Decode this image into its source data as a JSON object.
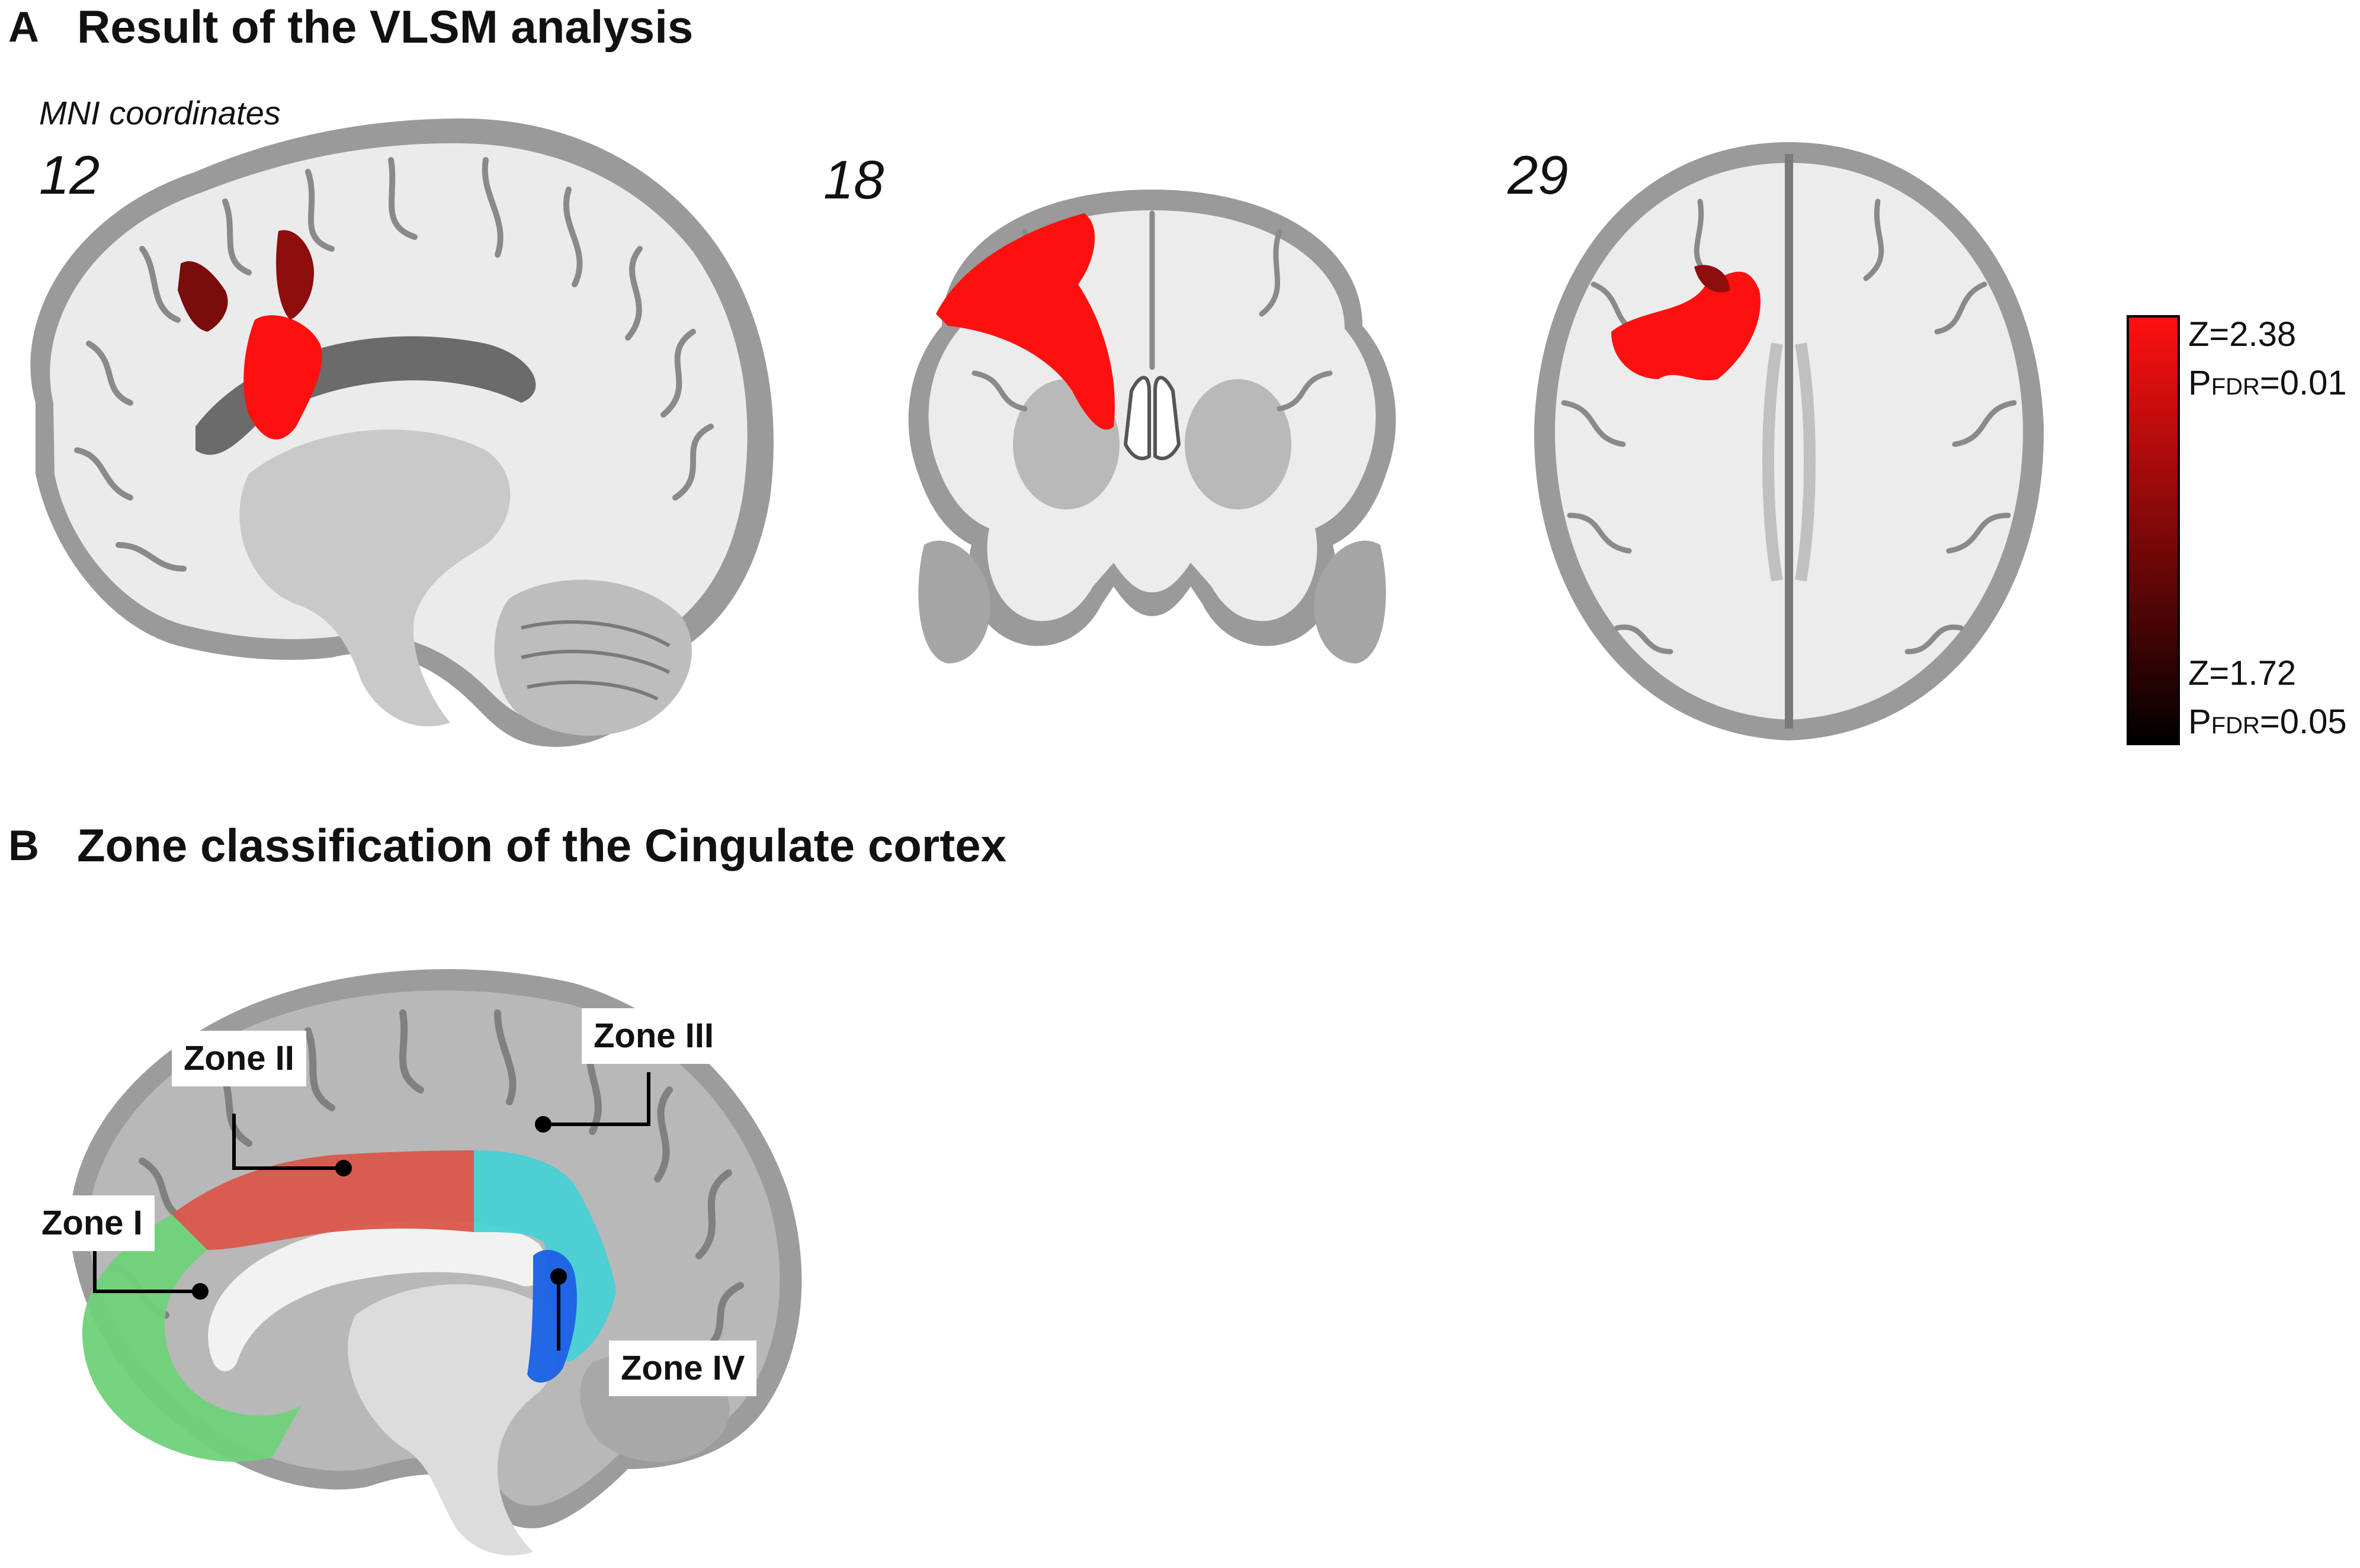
{
  "panel_a": {
    "letter": "A",
    "title": "Result of the VLSM analysis",
    "coord_caption": "MNI coordinates",
    "slices": [
      {
        "view": "sagittal",
        "coordinate": "12"
      },
      {
        "view": "coronal",
        "coordinate": "18"
      },
      {
        "view": "axial",
        "coordinate": "29"
      }
    ],
    "colorbar": {
      "top": {
        "z": "Z=2.38",
        "p_prefix": "P",
        "p_sub": "FDR",
        "p_value": "=0.01"
      },
      "bottom": {
        "z": "Z=1.72",
        "p_prefix": "P",
        "p_sub": "FDR",
        "p_value": "=0.05"
      },
      "color_high": "#ff1010",
      "color_low": "#000000"
    },
    "overlay_color": "#ff0f0f"
  },
  "panel_b": {
    "letter": "B",
    "title": "Zone classification of the Cingulate cortex",
    "zones": [
      {
        "label": "Zone I",
        "color": "#6fd27a"
      },
      {
        "label": "Zone II",
        "color": "#d9564a"
      },
      {
        "label": "Zone III",
        "color": "#48d0d4"
      },
      {
        "label": "Zone IV",
        "color": "#1f63e6"
      }
    ]
  }
}
